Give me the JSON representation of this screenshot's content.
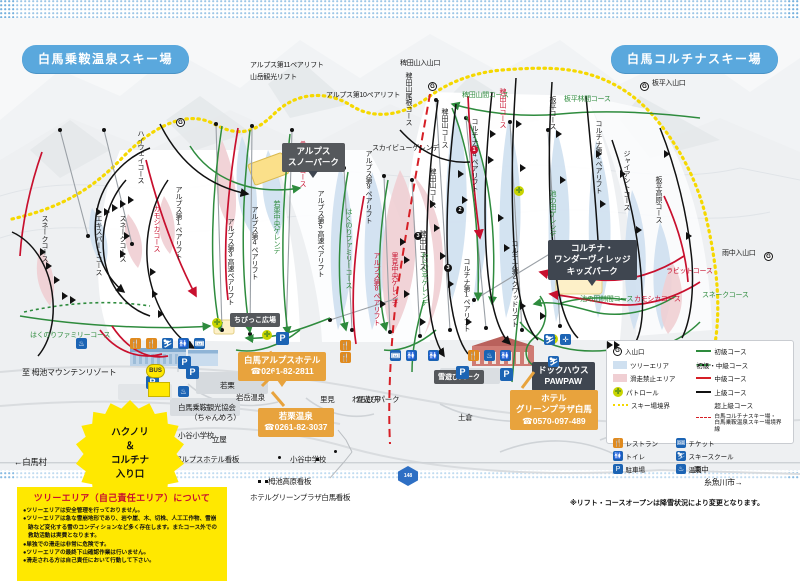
{
  "resorts": {
    "left_badge": "白馬乗鞍温泉スキー場",
    "right_badge": "白馬コルチナスキー場"
  },
  "entrances": [
    {
      "id": "G",
      "label": "板平入山口"
    },
    {
      "id": "G",
      "label": "稗田山入山口"
    },
    {
      "id": "G",
      "label": "雨中入山口"
    }
  ],
  "lifts": [
    "アルプス第11ペアリフト",
    "山岳観光リフト",
    "アルプス第10ペアリフト",
    "アルプス第1ペアリフト",
    "アルプス第3高速ペアリフト",
    "アルプス第4ペアリフト",
    "アルプス第5高速ペアリフト",
    "アルプス第8ペアリフト",
    "アルプス第9ペアリフト",
    "コルチナ第1ペアリフト",
    "コルチナ第2クワッドリフト",
    "コルチナ第4ペアリフト"
  ],
  "courses": {
    "beginner_green": [
      "若栗中央ゲレンデ",
      "里見中央ゲレンデ",
      "わらび平ゲレンデ",
      "池の田ゲレンデ",
      "池の田林間コース",
      "稗田山間コース",
      "板平林間コース",
      "スネークコース",
      "はくのりファミリーコース"
    ],
    "intermediate_red": [
      "カモシカコース",
      "ラビットコース",
      "稗田山コース",
      "カモシカコース"
    ],
    "advanced_black": [
      "ハイウェイコース",
      "スネークコース",
      "エキスパートコース",
      "稗田山尾根コース",
      "稗田山コース",
      "板平コース",
      "板平高原コース",
      "ジャイアントコース",
      "スカイビューゲレンデ"
    ],
    "numbered": [
      "1",
      "2",
      "3"
    ]
  },
  "map_labels": [
    {
      "text": "アルプス第11ペアリフト"
    },
    {
      "text": "山岳観光リフト"
    },
    {
      "text": "アルプス第10ペアリフト"
    },
    {
      "text": "スカイビューゲレンデ"
    },
    {
      "text": "稗田山尾根コース"
    },
    {
      "text": "稗田山入山口"
    },
    {
      "text": "稗田山間コース"
    },
    {
      "text": "稗田山コース"
    },
    {
      "text": "板平入山口"
    },
    {
      "text": "板平林間コース"
    },
    {
      "text": "板平コース"
    },
    {
      "text": "板平高原コース"
    },
    {
      "text": "ジャイアントコース"
    },
    {
      "text": "コルチナ第4ペアリフト"
    },
    {
      "text": "コルチナ第1ペアリフト"
    },
    {
      "text": "コルチナ第2クワッドリフト"
    },
    {
      "text": "池の田ゲレンデ"
    },
    {
      "text": "池の田林間コース"
    },
    {
      "text": "ラビットコース"
    },
    {
      "text": "カモシカコース"
    },
    {
      "text": "スネークコース"
    },
    {
      "text": "雨中入山口"
    },
    {
      "text": "ハイウェイコース"
    },
    {
      "text": "エキスパートコース"
    },
    {
      "text": "はくのりファミリーコース"
    },
    {
      "text": "アルプス第1ペアリフト"
    },
    {
      "text": "アルプス第3高速ペアリフト"
    },
    {
      "text": "アルプス第4ペアリフト"
    },
    {
      "text": "アルプス第5高速ペアリフト"
    },
    {
      "text": "アルプス第8ペアリフト"
    },
    {
      "text": "アルプス第9ペアリフト"
    },
    {
      "text": "若栗中央ゲレンデ"
    },
    {
      "text": "里見中央ゲレンデ"
    },
    {
      "text": "わらび平ゲレンデ"
    },
    {
      "text": "ラビットコース"
    }
  ],
  "facilities": {
    "alps_snow_park": "アルプス\nスノーパーク",
    "kids_park": "コルチナ・\nワンダーヴィレッジ\nキッズパーク",
    "chibikko": "ちびっこ広場",
    "snow_play": "雪遊びパーク",
    "dog_house": "ドックハウス\nPAWPAW",
    "hakunori_entrance": "ハクノリ\n＆\nコルチナ\n入り口"
  },
  "hotels": [
    {
      "name": "白馬アルプスホテル",
      "phone": "☎0261-82-2811"
    },
    {
      "name": "若栗温泉",
      "phone": "☎0261-82-3037"
    },
    {
      "name": "ホテル\nグリーンプラザ白馬",
      "phone": "☎0570-097-489"
    }
  ],
  "places": [
    "至 栂池マウンテンリゾート",
    "白馬乗鞍観光協会",
    "（ちゃんめろ）",
    "岩岳温泉",
    "若栗",
    "里見",
    "土倉",
    "立屋",
    "小谷小学校",
    "小谷中学校",
    "←白馬村",
    "雨中",
    "糸魚川市→"
  ],
  "signs": [
    "白馬アルプスホテル看板",
    "栂池高原看板",
    "ホテルグリーンプラザ白馬看板"
  ],
  "legend": {
    "title": "",
    "left_items": [
      {
        "icon": "G",
        "label": "入山口"
      },
      {
        "icon": "tree-area-swatch",
        "label": "ツリーエリア"
      },
      {
        "icon": "no-ski-swatch",
        "label": "滑走禁止エリア"
      },
      {
        "icon": "patrol-icon",
        "label": "パトロール"
      },
      {
        "icon": "boundary-line",
        "label": "スキー場境界"
      }
    ],
    "right_items": [
      {
        "icon": "green-line",
        "label": "初級コース"
      },
      {
        "icon": "green-dotted-line",
        "label": "初級・中級コース"
      },
      {
        "icon": "red-line",
        "label": "中級コース"
      },
      {
        "icon": "black-line",
        "label": "上級コース"
      },
      {
        "icon": "double-arrow",
        "label": "超上級コース"
      },
      {
        "icon": "red-dashed-line",
        "label": "白馬コルチナスキー場・\n白馬乗鞍温泉スキー場境界線"
      }
    ],
    "icon_items": [
      {
        "icon": "restaurant-icon",
        "label": "レストラン"
      },
      {
        "icon": "ticket-icon",
        "label": "チケット"
      },
      {
        "icon": "toilet-icon",
        "label": "トイレ"
      },
      {
        "icon": "ski-school-icon",
        "label": "スキースクール"
      },
      {
        "icon": "parking-icon",
        "label": "駐車場"
      },
      {
        "icon": "onsen-icon",
        "label": "温泉"
      }
    ]
  },
  "warning": {
    "title": "ツリーエリア（自己責任エリア）について",
    "bullets": [
      "●ツリーエリアは安全管理を行っておりません。",
      "●ツリーエリアは急な雪崩地形であり、岩や崖、木、切株、人工工作物、雪崩跡など変化する雪のコンディションなど多く存在します。またコース外での救助活動は実費となります。",
      "●単独での滑走は非常に危険です。",
      "●ツリーエリアの最終下山確認作業は行いません。",
      "●滑走される方は自己責任において行動して下さい。"
    ]
  },
  "footnote": "※リフト・コースオープンは降雪状況により変更となります。",
  "colors": {
    "badge_blue": "#5aa8dd",
    "beginner_green": "#2e8b3d",
    "intermediate_red": "#c8102e",
    "advanced_black": "#111111",
    "boundary_yellow": "#f5d800",
    "tree_area": "#cfe0f0",
    "no_ski_area": "#f0cfd3",
    "warning_yellow": "#ffe800",
    "callout_orange": "#e8a33d"
  }
}
